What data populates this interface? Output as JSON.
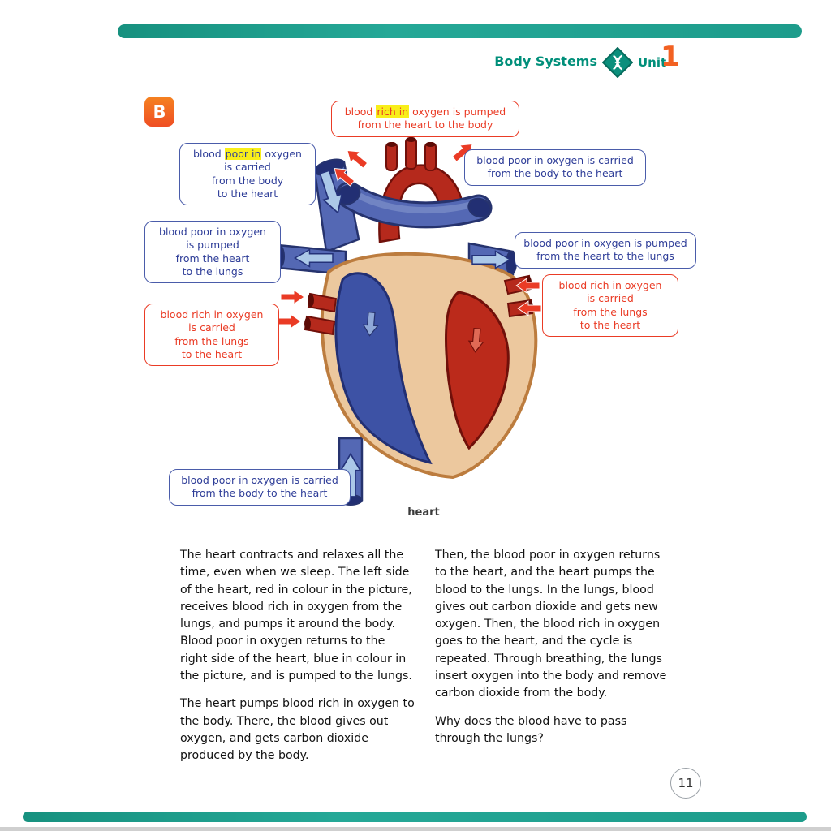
{
  "header": {
    "section_title": "Body Systems",
    "unit_label": "Unit",
    "unit_number": "1"
  },
  "activity": {
    "label": "B"
  },
  "figure": {
    "caption": "heart"
  },
  "callouts": {
    "top": {
      "seg1": "blood ",
      "highlight": "rich in",
      "seg2": " oxygen is pumped",
      "l2": "from the heart to the body"
    },
    "left_upper": {
      "seg1": "blood ",
      "highlight": "poor in",
      "seg2": " oxygen",
      "l2": "is carried",
      "l3": "from the body",
      "l4": "to the heart"
    },
    "right_upper": {
      "l1": "blood poor in oxygen is carried",
      "l2": "from the body to the heart"
    },
    "left_mid": {
      "l1": "blood poor in oxygen",
      "l2": "is pumped",
      "l3": "from the heart",
      "l4": "to the lungs"
    },
    "right_mid": {
      "l1": "blood poor in oxygen is pumped",
      "l2": "from the heart to the lungs"
    },
    "right_lower": {
      "l1": "blood rich in oxygen",
      "l2": "is carried",
      "l3": "from the lungs",
      "l4": "to the heart"
    },
    "left_lower": {
      "l1": "blood rich in oxygen",
      "l2": "is carried",
      "l3": "from the lungs",
      "l4": "to the heart"
    },
    "bottom": {
      "l1": "blood poor in oxygen is carried",
      "l2": "from the body to the heart"
    }
  },
  "body_text": {
    "col1_p1": "The heart contracts and relaxes all the time, even when we sleep. The left side of the heart, red in colour in the picture, receives blood rich in oxygen from the lungs, and pumps it around the body. Blood poor in oxygen returns to the right side of the heart, blue in colour in the picture, and is pumped to the lungs.",
    "col1_p2": "The heart pumps blood rich in oxygen to the body. There, the blood gives out oxygen, and gets carbon dioxide produced by the body.",
    "col2_p1": "Then, the blood poor in oxygen returns to the heart, and the heart pumps the blood to the lungs. In the lungs, blood gives out carbon dioxide and gets new oxygen. Then, the blood rich in oxygen goes to the heart, and the cycle is repeated. Through breathing, the lungs insert oxygen into the body and remove carbon dioxide from the body.",
    "col2_p2": "Why does the blood have to pass through the lungs?"
  },
  "footer": {
    "page_number": "11"
  },
  "colors": {
    "teal": "#1d9c8b",
    "orange": "#f26122",
    "callout_blue": "#2e3d98",
    "callout_red": "#ea3b25",
    "highlight_yellow": "#f8ee1a",
    "vessel_blue": "#5468b4",
    "vessel_red": "#b5291c",
    "heart_tan": "#ecc89e"
  }
}
